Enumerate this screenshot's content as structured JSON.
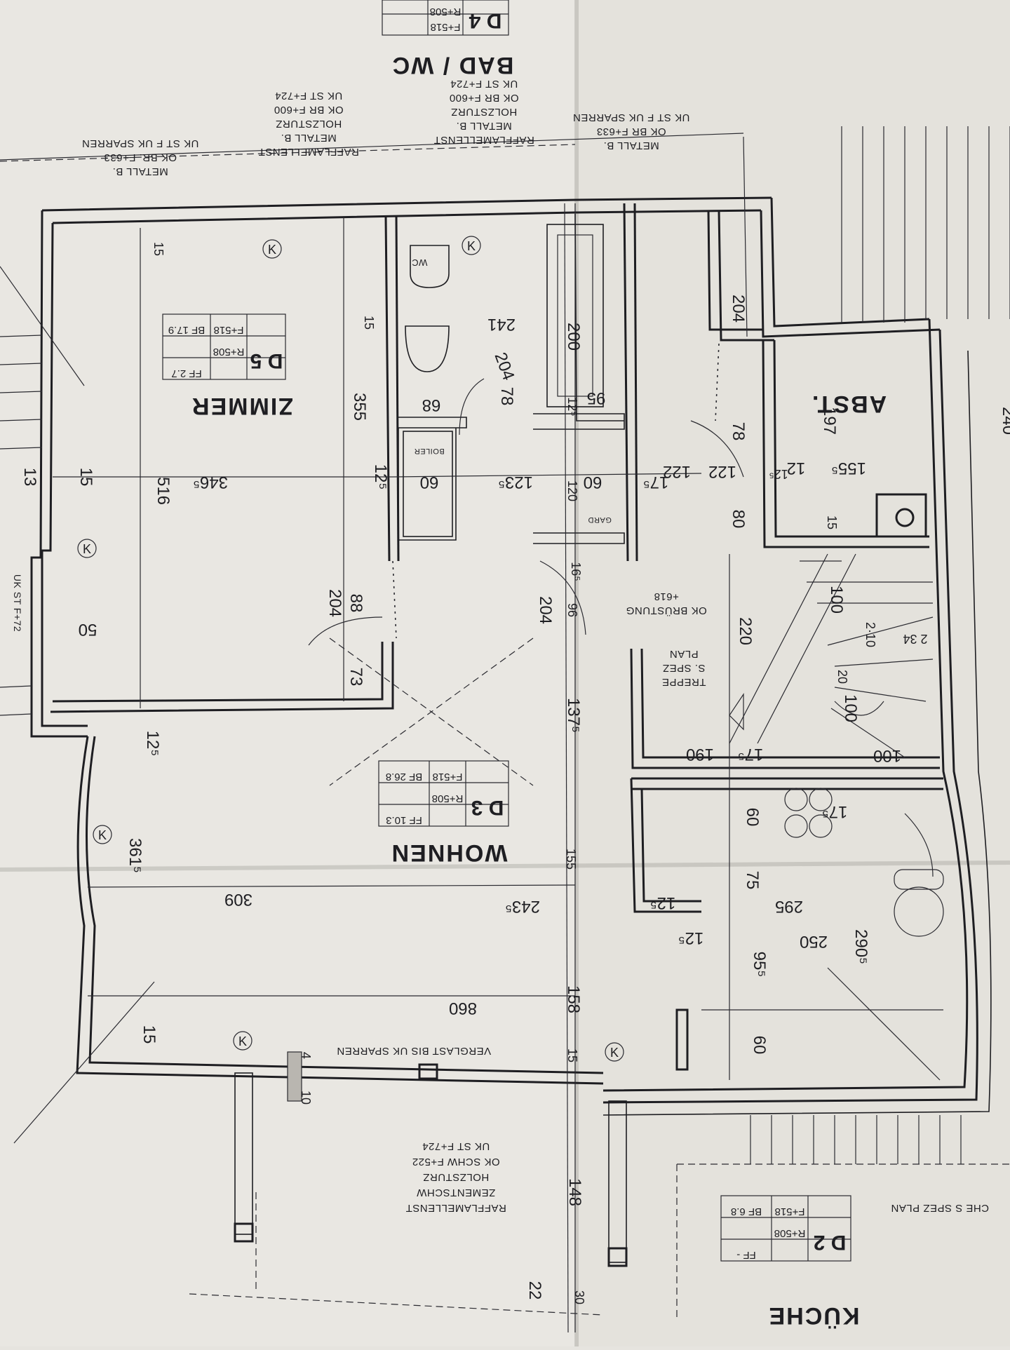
{
  "rooms": {
    "zimmer": {
      "name": "ZIMMER",
      "code": "D 5",
      "f": "F+518",
      "r": "R+508",
      "bf": "BF 17.9",
      "ff": "FF 2.7"
    },
    "wohnen": {
      "name": "WOHNEN",
      "code": "D 3",
      "f": "F+518",
      "r": "R+508",
      "bf": "BF 26.8",
      "ff": "FF 10.3"
    },
    "kueche": {
      "name": "KÜCHE",
      "code": "D 2",
      "f": "F+518",
      "r": "R+508",
      "bf": "BF 6.8",
      "ff": "FF -"
    },
    "bad": {
      "name": "BAD / WC",
      "f": "F+518",
      "code": "D 4",
      "r": "R+508"
    },
    "abst": {
      "name": "ABST."
    }
  },
  "notes": {
    "top_left": [
      "UK ST F UK SPARREN",
      "OK BR. F+633",
      "METALL B."
    ],
    "top_mid": [
      "UK ST F+724",
      "OK BR F+600",
      "HOLZSTURZ",
      "METALL B.",
      "RAFFLAMELLENST"
    ],
    "top_bad": [
      "UK ST F+724",
      "OK BR F+600",
      "HOLZSTURZ",
      "METALL B.",
      "RAFFLAMELLENST"
    ],
    "top_right": [
      "UK ST F UK SPARREN",
      "OK BR F+633",
      "METALL B."
    ],
    "bottom_mid": [
      "UK ST F+724",
      "OK SCHW F+522",
      "HOLZSTURZ",
      "ZEMENTSCHW",
      "RAFFLAMELLENST"
    ],
    "kueche_spez": "CHE S SPEZ PLAN",
    "verglast": "VERGLAST BIS UK SPARREN",
    "treppe": [
      "TREPPE",
      "S. SPEZ",
      "PLAN"
    ],
    "brustung": [
      "OK BRÜSTUNG",
      "+618"
    ],
    "boiler": "BOILER",
    "gard": "GARD",
    "wc": "WC",
    "left_edge": "UK ST F+72"
  },
  "dims": {
    "d516": "516",
    "d3465": "346⁵",
    "d355": "355",
    "d15a": "15",
    "d15b": "15",
    "d13": "13",
    "d125a": "12⁵",
    "d50": "50",
    "d204a": "204",
    "d88": "88",
    "d73": "73",
    "d125b": "12⁵",
    "d241": "241",
    "d68": "68",
    "d78a": "78",
    "d2045": "204",
    "d60a": "60",
    "d1235": "123⁵",
    "d200": "200",
    "d95": "95",
    "d125c": "12⁵",
    "d60b": "60",
    "d175a": "17⁵",
    "d120": "120",
    "d165": "16⁵",
    "d2045b": "204",
    "d96": "96",
    "d1375": "137⁵",
    "d204b": "204",
    "d78b": "78",
    "d197": "197",
    "d122a": "122",
    "d122b": "122",
    "d125d": "12⁵",
    "d12": "12",
    "d1555": "155⁵",
    "d80": "80",
    "d15c": "15",
    "d240": "240",
    "d220": "220",
    "d100a": "100",
    "d210": "2·10",
    "d234": "2 34",
    "d20": "20",
    "d100b": "100",
    "d190": "190",
    "d175b": "17⁵",
    "d100c": "100",
    "d60c": "60",
    "d175c": "17⁵",
    "d75": "75",
    "d295": "295",
    "d125e": "12⁵",
    "d125f": "12⁵",
    "d250": "250",
    "d2905": "290⁵",
    "d955": "95⁵",
    "d60d": "60",
    "d3615": "361⁵",
    "d309": "309",
    "d2435": "243⁵",
    "d155": "155",
    "d860": "860",
    "d158": "158",
    "d15d": "15",
    "d15e": "15",
    "d148": "148",
    "d22": "22",
    "d30": "30",
    "d10": "10",
    "d4": "4"
  },
  "markers": {
    "k": "K"
  }
}
